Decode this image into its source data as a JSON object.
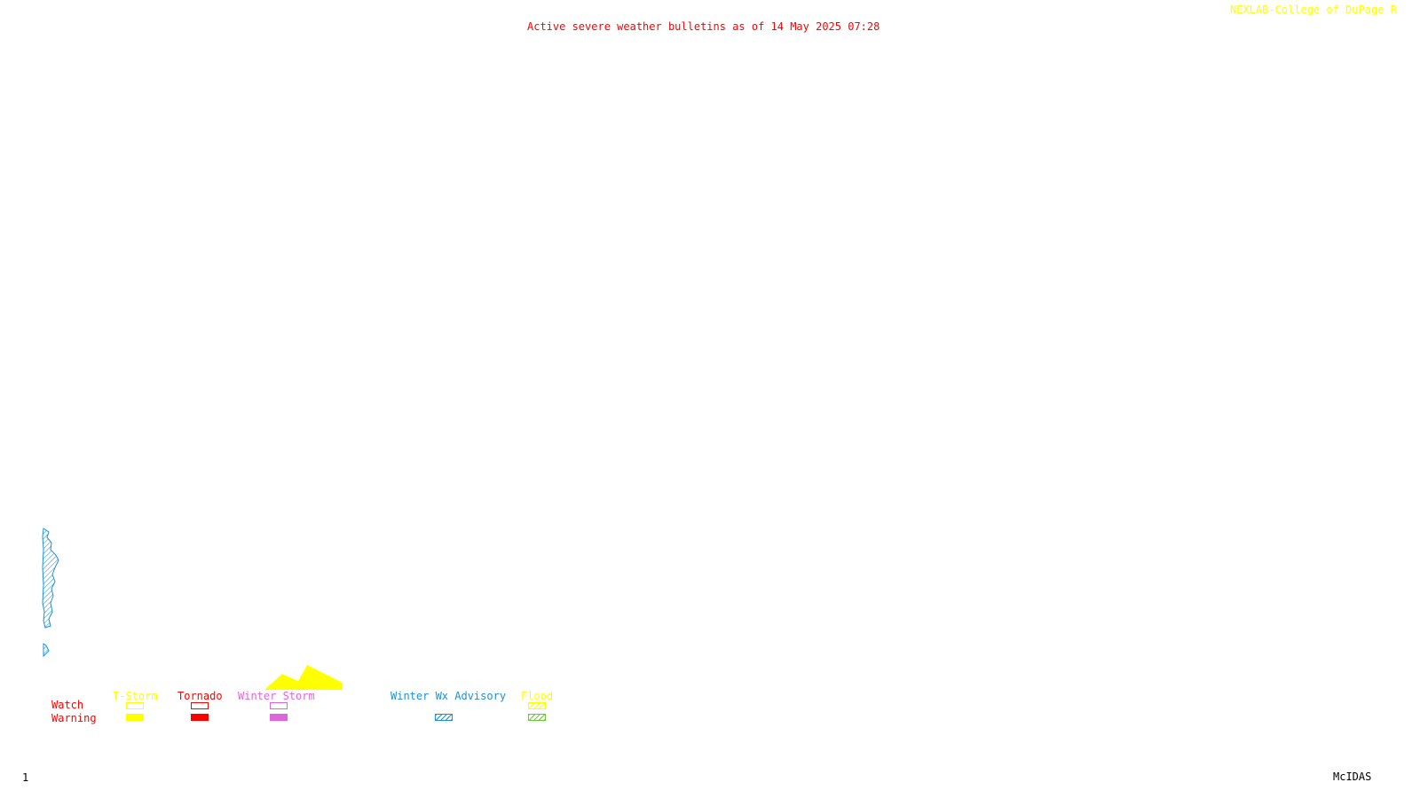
{
  "header": {
    "title": "Active severe weather bulletins as of 14 May 2025 07:28",
    "source": "NEXLAB-College of DuPage R"
  },
  "legend": {
    "row_labels": {
      "watch": "Watch",
      "warning": "Warning"
    },
    "categories": [
      {
        "key": "tstorm",
        "label": "T-Storm",
        "color": "#ffff00",
        "watch": "outline",
        "warning": "solid"
      },
      {
        "key": "tornado",
        "label": "Tornado",
        "color": "#ff0000",
        "watch": "outline",
        "warning": "solid"
      },
      {
        "key": "winter",
        "label": "Winter Storm",
        "color": "#dd66dd",
        "watch": "outline",
        "warning": "solid"
      },
      {
        "key": "wwa",
        "label": "Winter Wx Advisory",
        "color": "#1e90d8",
        "watch": null,
        "warning": "hatched"
      },
      {
        "key": "flood",
        "label": "Flood",
        "color": "#ffff00",
        "warning_color": "#66cc33",
        "watch": "hatched",
        "warning": "hatched"
      }
    ]
  },
  "colors": {
    "title": "#ff0000",
    "source": "#ffff00",
    "tstorm_area": "#ffff00",
    "advisory_area": "#1e90d8",
    "footer": "#000000"
  },
  "footer": {
    "frame_number": "1",
    "software": "McIDAS"
  }
}
